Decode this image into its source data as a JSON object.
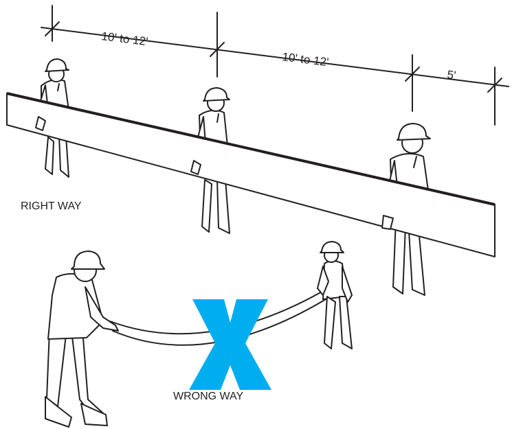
{
  "dimensions": {
    "spacing_1": "10' to 12'",
    "spacing_2": "10' to 12'",
    "spacing_3": "5'"
  },
  "captions": {
    "right": "RIGHT WAY",
    "wrong": "WRONG WAY"
  },
  "icons": {
    "wrong_mark": "x-mark-icon"
  },
  "colors": {
    "line": "#231f20",
    "wrong_mark": "#00aeef"
  }
}
